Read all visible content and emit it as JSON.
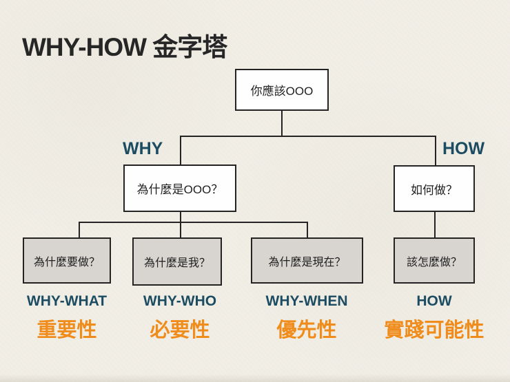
{
  "page": {
    "title": "WHY-HOW 金字塔"
  },
  "colors": {
    "background": "#f1eee6",
    "ink": "#232323",
    "navy": "#1c4c61",
    "orange": "#ef8c1b",
    "box_white": "#fefefe",
    "box_gray": "#d8d5d1"
  },
  "tree": {
    "root": {
      "label": "你應該OOO"
    },
    "branches": [
      {
        "side_label": "WHY",
        "question": "為什麼是OOO？",
        "children": [
          {
            "question": "為什麼要做？",
            "tag": "WHY-WHAT",
            "value": "重要性"
          },
          {
            "question": "為什麼是我？",
            "tag": "WHY-WHO",
            "value": "必要性"
          },
          {
            "question": "為什麼是現在？",
            "tag": "WHY-WHEN",
            "value": "優先性"
          }
        ]
      },
      {
        "side_label": "HOW",
        "question": "如何做？",
        "children": [
          {
            "question": "該怎麼做？",
            "tag": "HOW",
            "value": "實踐可能性"
          }
        ]
      }
    ]
  }
}
